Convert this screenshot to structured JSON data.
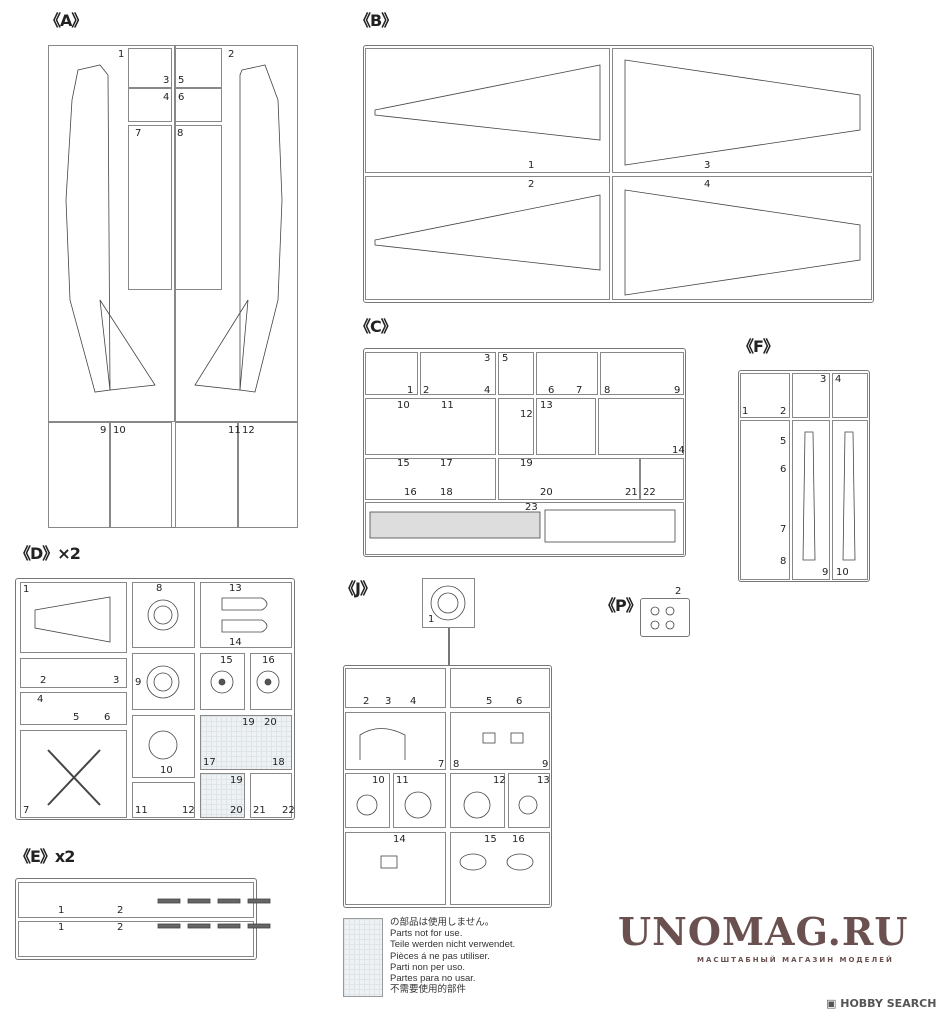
{
  "sprues": {
    "A": {
      "title": "《A》",
      "parts": [
        "1",
        "2",
        "3",
        "4",
        "5",
        "6",
        "7",
        "8",
        "9",
        "10",
        "11",
        "12"
      ]
    },
    "B": {
      "title": "《B》",
      "parts": [
        "1",
        "2",
        "3",
        "4"
      ]
    },
    "C": {
      "title": "《C》",
      "parts": [
        "1",
        "2",
        "3",
        "4",
        "5",
        "6",
        "7",
        "8",
        "9",
        "10",
        "11",
        "12",
        "13",
        "14",
        "15",
        "16",
        "17",
        "18",
        "19",
        "20",
        "21",
        "22",
        "23"
      ]
    },
    "D": {
      "title": "《D》×2",
      "parts": [
        "1",
        "2",
        "3",
        "4",
        "5",
        "6",
        "7",
        "8",
        "9",
        "10",
        "11",
        "12",
        "13",
        "14",
        "15",
        "16",
        "17",
        "18",
        "19",
        "20",
        "19",
        "20",
        "21",
        "22"
      ]
    },
    "E": {
      "title": "《E》x2",
      "parts": [
        "1",
        "2",
        "1",
        "2"
      ]
    },
    "F": {
      "title": "《F》",
      "parts": [
        "1",
        "2",
        "3",
        "4",
        "5",
        "6",
        "7",
        "8",
        "9",
        "10"
      ]
    },
    "J": {
      "title": "《J》",
      "parts": [
        "1",
        "2",
        "3",
        "4",
        "5",
        "6",
        "7",
        "8",
        "9",
        "10",
        "11",
        "12",
        "13",
        "14",
        "15",
        "16"
      ]
    },
    "P": {
      "title": "《P》",
      "parts": [
        "2"
      ]
    }
  },
  "legend": {
    "lines": [
      "の部品は使用しません。",
      "Parts not for use.",
      "Teile werden nicht verwendet.",
      "Pièces á ne pas utiliser.",
      "Parti non per uso.",
      "Partes para no usar.",
      "不需要使用的部件"
    ]
  },
  "watermark": {
    "name": "UNOMAG.RU",
    "subtitle": "МАСШТАБНЫЙ МАГАЗИН МОДЕЛЕЙ"
  },
  "credit": "HOBBY SEARCH"
}
